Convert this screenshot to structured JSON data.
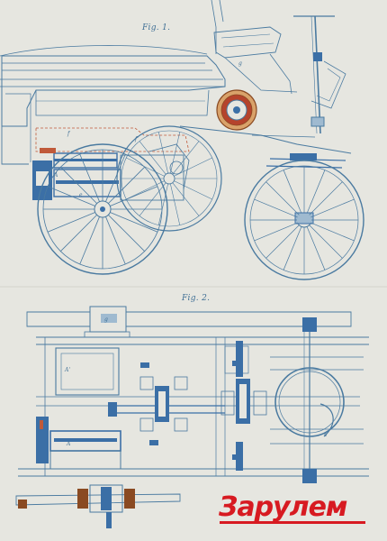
{
  "figure_1": {
    "caption": "Fig. 1."
  },
  "figure_2": {
    "caption": "Fig. 2."
  },
  "watermark": {
    "brand_first": "За",
    "brand_rest": "рулем",
    "color": "#d71a21"
  },
  "colors": {
    "paper": "#e6e6e0",
    "ink_blue": "#3f6f95",
    "fill_blue": "#3b6fa6",
    "accent_red": "#b5432c",
    "accent_orange": "#c98a3c",
    "wood_brown": "#8a4a22"
  }
}
